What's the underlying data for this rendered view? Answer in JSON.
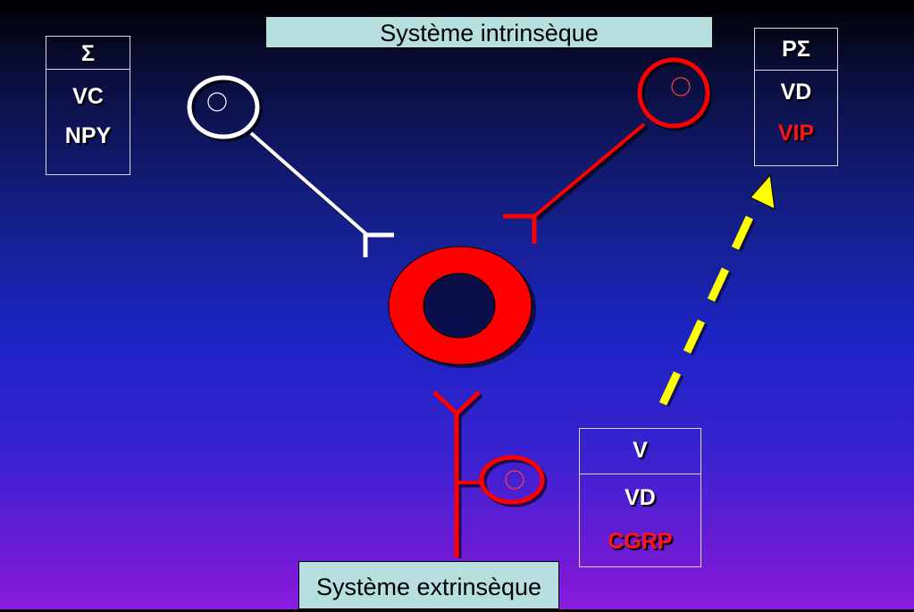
{
  "banners": {
    "top": "Système intrinsèque",
    "bottom": "Système extrinsèque"
  },
  "boxes": {
    "sympathetic": {
      "header": "Σ",
      "line1": "VC",
      "line2": "NPY"
    },
    "parasympathetic": {
      "header": "PΣ",
      "line1": "VD",
      "line2": "VIP"
    },
    "sensory": {
      "header": "V",
      "line1": "VD",
      "line2": "CGRP"
    }
  },
  "colors": {
    "vessel": "#ff0000",
    "sympathetic_neuron": "#ffffff",
    "parasympathetic_neuron": "#ff0000",
    "sensory_neuron": "#ff0000",
    "arrow": "#ffff00"
  }
}
